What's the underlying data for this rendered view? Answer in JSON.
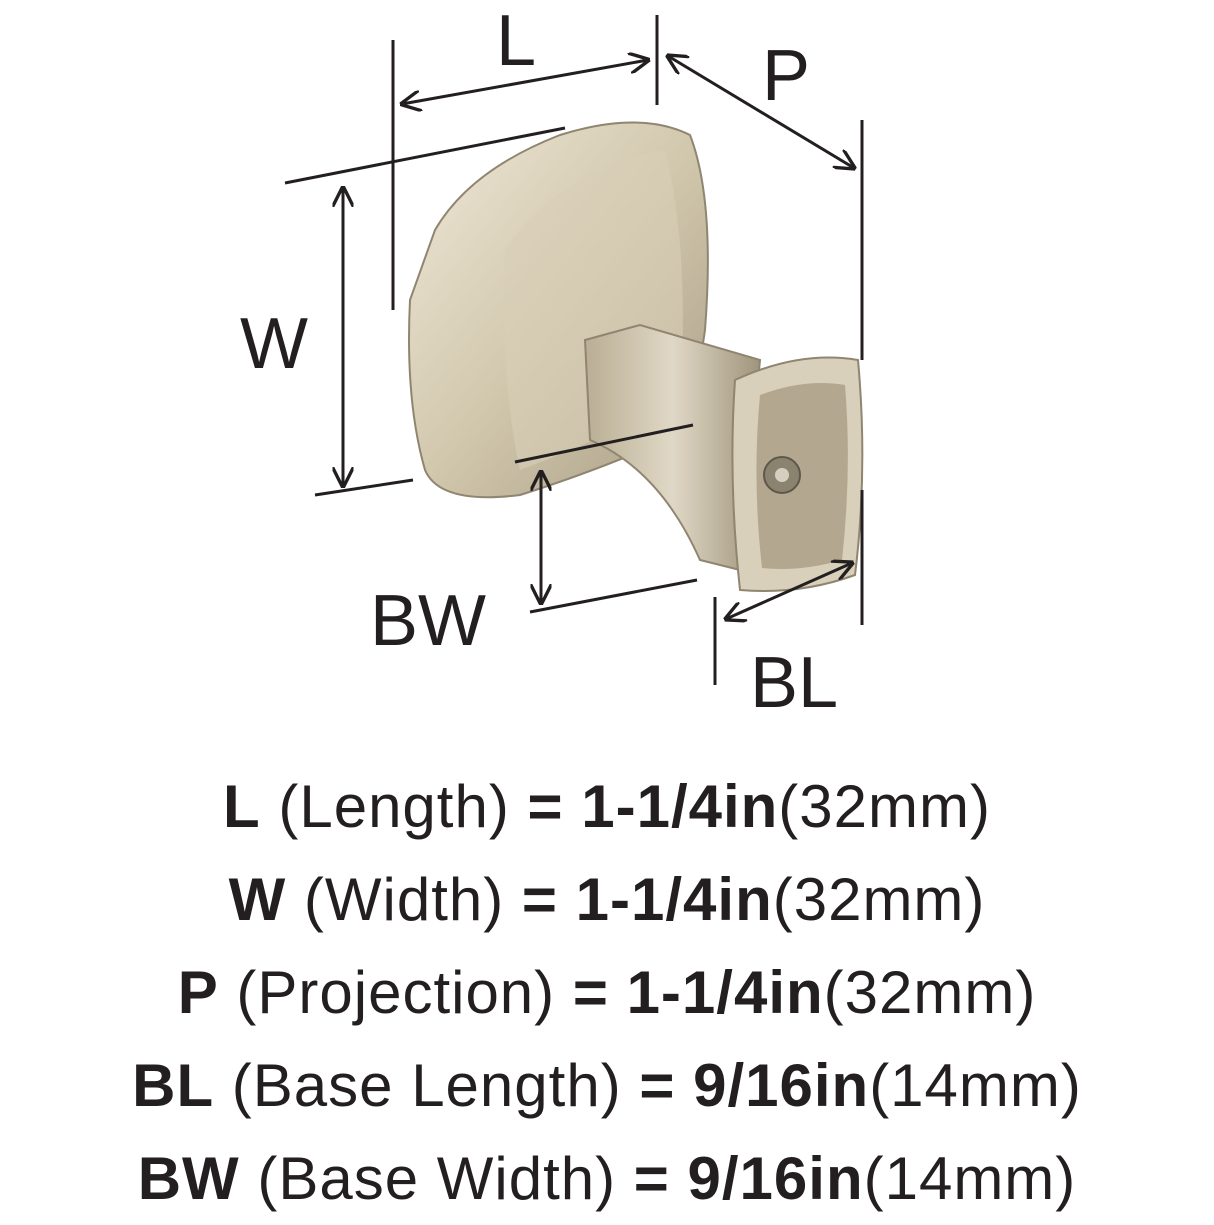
{
  "diagram": {
    "labels": {
      "L": "L",
      "P": "P",
      "W": "W",
      "BW": "BW",
      "BL": "BL"
    },
    "colors": {
      "finish_light": "#e4dccb",
      "finish_mid": "#c9bea4",
      "finish_dark": "#8f8570",
      "line": "#231f20"
    }
  },
  "specs": [
    {
      "code": "L",
      "name": "(Length)",
      "eq": "=",
      "imperial": "1-1/4in",
      "metric": "(32mm)"
    },
    {
      "code": "W",
      "name": "(Width)",
      "eq": "=",
      "imperial": "1-1/4in",
      "metric": "(32mm)"
    },
    {
      "code": "P",
      "name": "(Projection)",
      "eq": "=",
      "imperial": "1-1/4in",
      "metric": "(32mm)"
    },
    {
      "code": "BL",
      "name": "(Base Length)",
      "eq": "=",
      "imperial": "9/16in",
      "metric": "(14mm)"
    },
    {
      "code": "BW",
      "name": "(Base Width)",
      "eq": "=",
      "imperial": "9/16in",
      "metric": "(14mm)"
    }
  ]
}
